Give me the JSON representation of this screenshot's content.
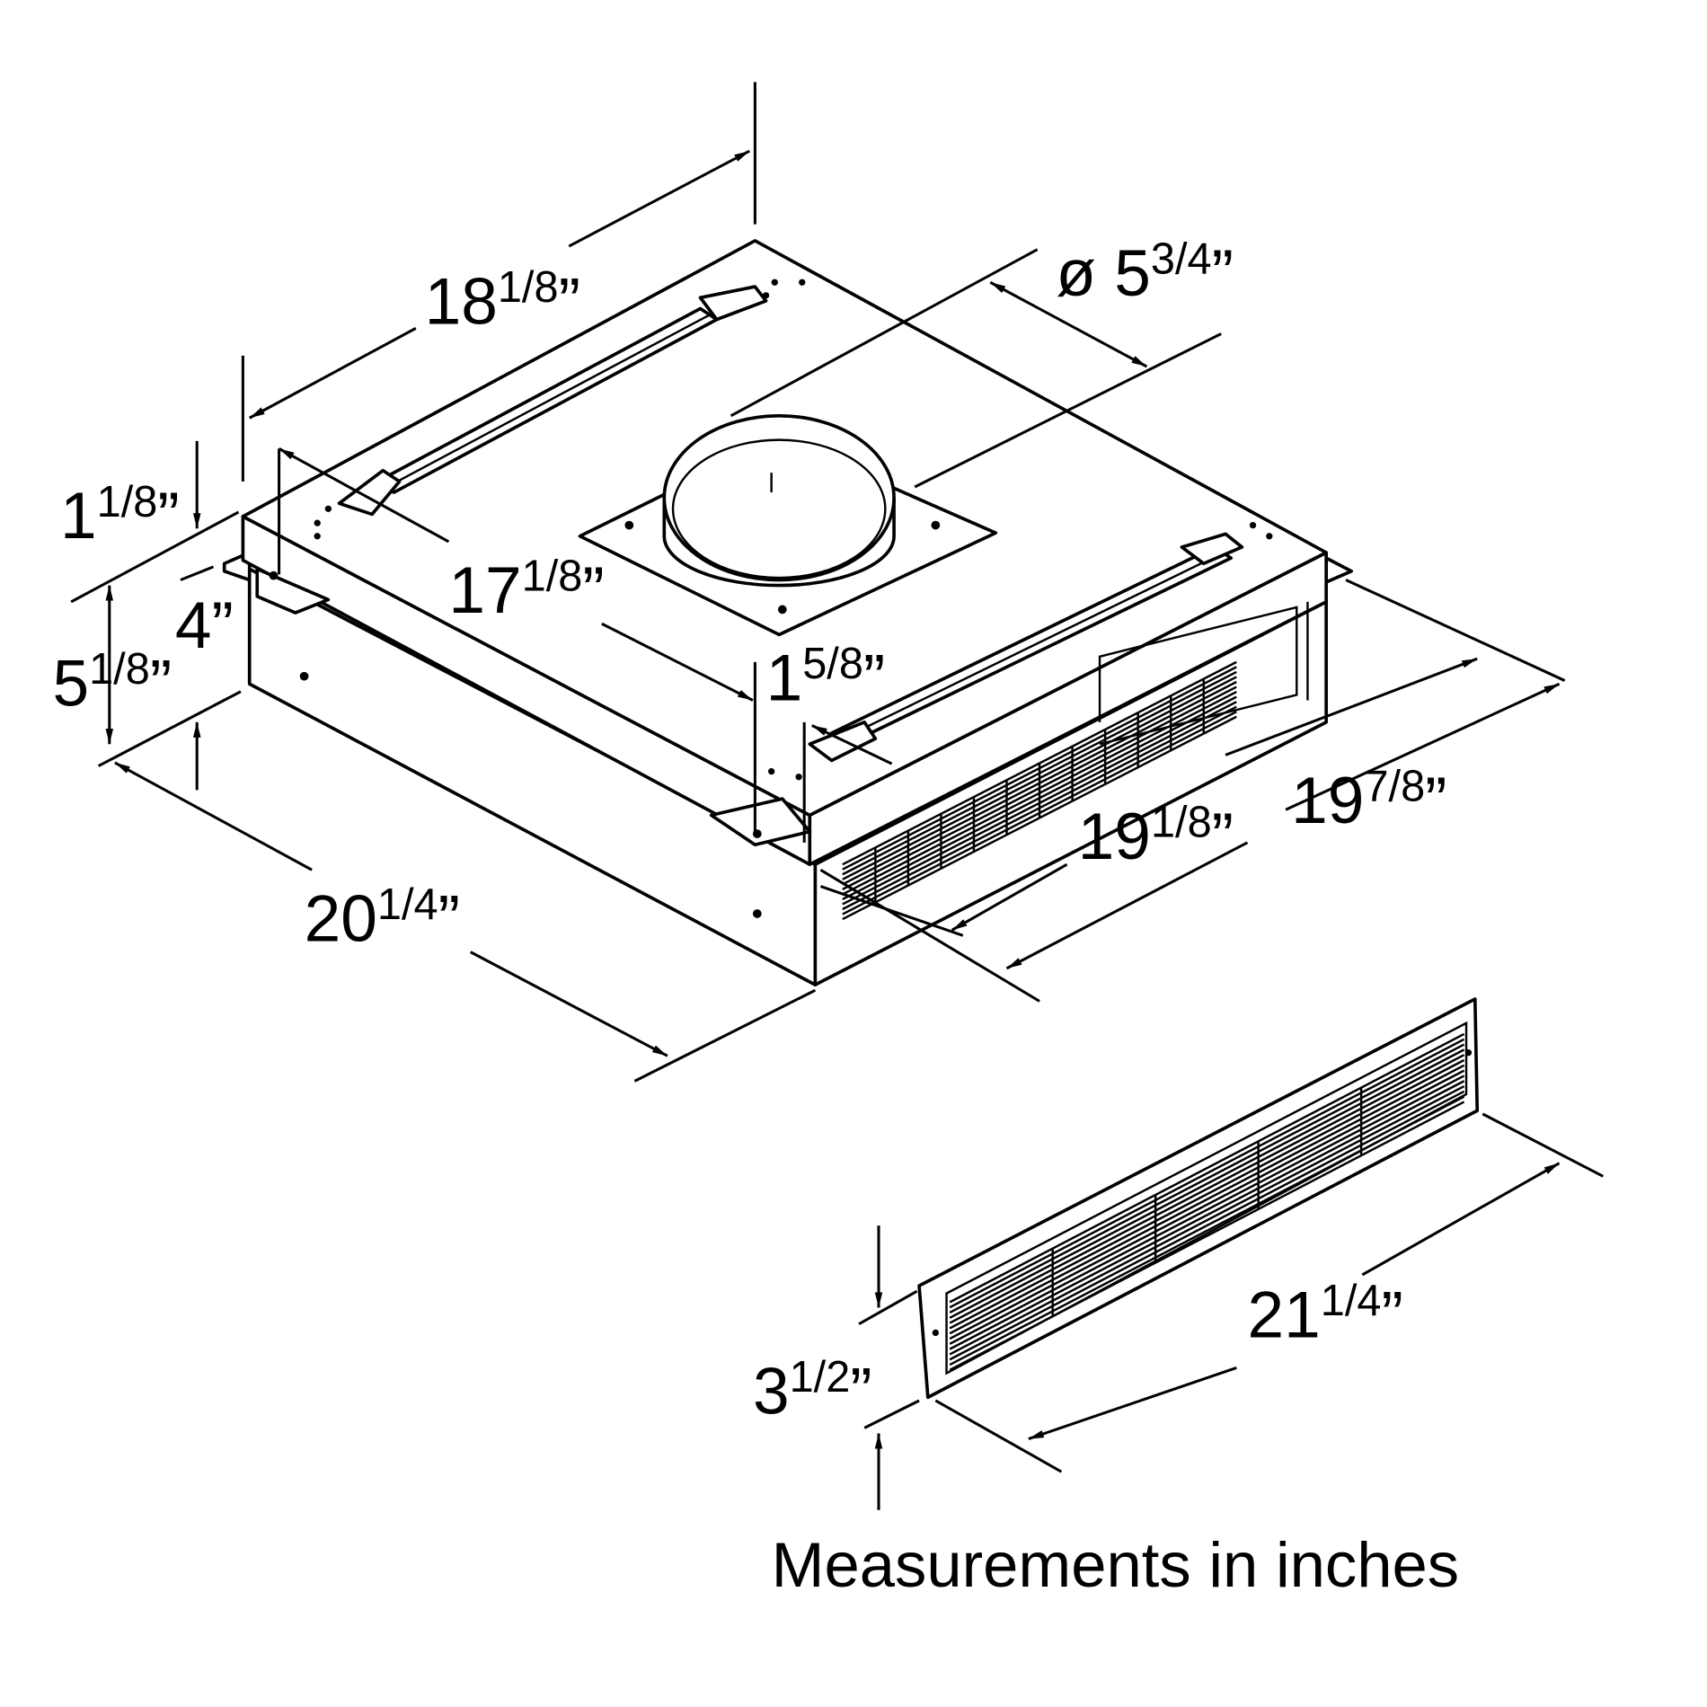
{
  "title": "Ventilation insert dimension drawing",
  "colors": {
    "line": "#000000",
    "background": "#ffffff"
  },
  "dimensions": {
    "overall_depth_top": {
      "whole": "18",
      "frac": "1/8",
      "unit": "”"
    },
    "duct_diameter": {
      "prefix": "ø ",
      "whole": "5",
      "frac": "3/4",
      "unit": "”"
    },
    "flange_height": {
      "whole": "1",
      "frac": "1/8",
      "unit": "”"
    },
    "offset": {
      "whole": "4",
      "frac": "",
      "unit": "”"
    },
    "body_height": {
      "whole": "5",
      "frac": "1/8",
      "unit": "”"
    },
    "inner_depth": {
      "whole": "17",
      "frac": "1/8",
      "unit": "”"
    },
    "front_offset": {
      "whole": "1",
      "frac": "5/8",
      "unit": "”"
    },
    "inner_width": {
      "whole": "19",
      "frac": "1/8",
      "unit": "”"
    },
    "overall_width": {
      "whole": "19",
      "frac": "7/8",
      "unit": "”"
    },
    "overall_depth": {
      "whole": "20",
      "frac": "1/4",
      "unit": "”"
    },
    "grille_width": {
      "whole": "21",
      "frac": "1/4",
      "unit": "”"
    },
    "grille_height": {
      "whole": "3",
      "frac": "1/2",
      "unit": "”"
    }
  },
  "note": "Measurements in inches"
}
